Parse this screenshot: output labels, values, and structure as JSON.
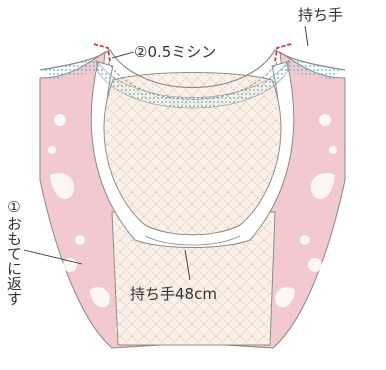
{
  "labels": {
    "handle": "持ち手",
    "stitch": "②0.5ミシン",
    "turn_right_side_out": "①おもてに返す",
    "handle_length": "持ち手48cm"
  },
  "colors": {
    "pink_fabric": "#f2c9cf",
    "cream_lining": "#fbf1e8",
    "quilt_lines": "#d9c4b7",
    "teal_dots": "#57b9c9",
    "stitch_red": "#e0303c",
    "outline": "#8a8a8a"
  }
}
